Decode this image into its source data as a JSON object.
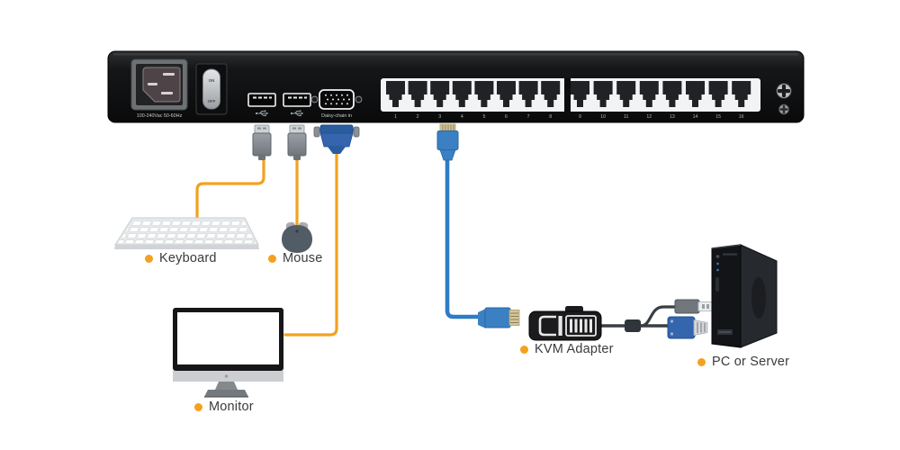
{
  "diagram": {
    "switch": {
      "power_rating": "100-240Vac 50-60Hz",
      "power_on": "ON",
      "power_off": "OFF",
      "daisy_chain_port": "Daisy-chain in",
      "port_numbers": [
        "1",
        "2",
        "3",
        "4",
        "5",
        "6",
        "7",
        "8",
        "9",
        "10",
        "11",
        "12",
        "13",
        "14",
        "15",
        "16"
      ]
    },
    "labels": {
      "keyboard": "Keyboard",
      "mouse": "Mouse",
      "monitor": "Monitor",
      "kvm_adapter": "KVM Adapter",
      "pc_or_server": "PC or Server"
    },
    "colors": {
      "accent_orange": "#F5A01E",
      "cable_orange": "#F2A21F",
      "cable_blue": "#2E7CC3",
      "label_text": "#3B3B3B"
    }
  }
}
